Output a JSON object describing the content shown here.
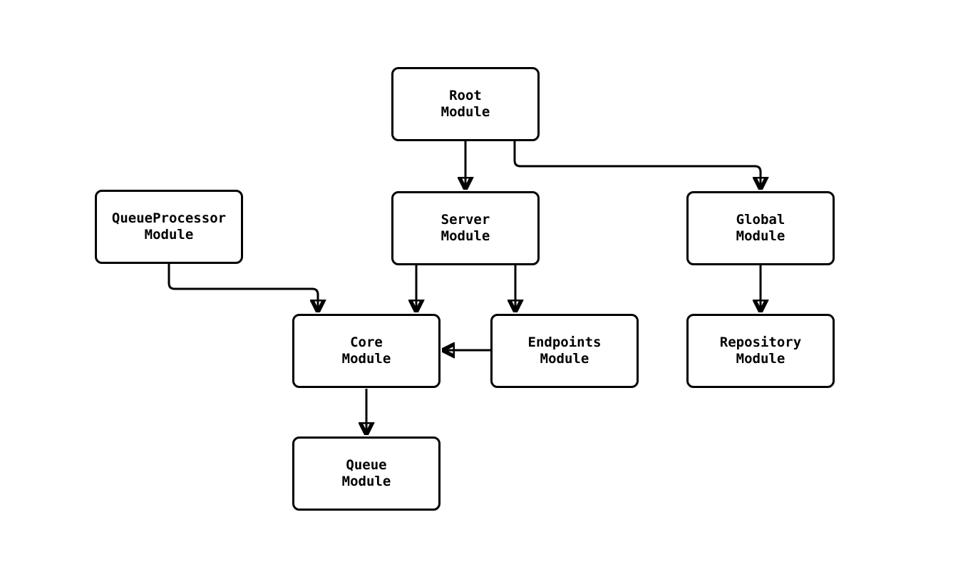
{
  "diagram": {
    "type": "module-dependency-graph",
    "background_color": "#ffffff",
    "stroke_color": "#000000",
    "text_color": "#000000",
    "nodes": [
      {
        "id": "root",
        "line1": "Root",
        "line2": "Module"
      },
      {
        "id": "queueprocessor",
        "line1": "QueueProcessor",
        "line2": "Module"
      },
      {
        "id": "server",
        "line1": "Server",
        "line2": "Module"
      },
      {
        "id": "global",
        "line1": "Global",
        "line2": "Module"
      },
      {
        "id": "core",
        "line1": "Core",
        "line2": "Module"
      },
      {
        "id": "endpoints",
        "line1": "Endpoints",
        "line2": "Module"
      },
      {
        "id": "repository",
        "line1": "Repository",
        "line2": "Module"
      },
      {
        "id": "queue",
        "line1": "Queue",
        "line2": "Module"
      }
    ],
    "edges": [
      {
        "from": "root",
        "to": "server"
      },
      {
        "from": "root",
        "to": "global"
      },
      {
        "from": "queueprocessor",
        "to": "core"
      },
      {
        "from": "server",
        "to": "core"
      },
      {
        "from": "server",
        "to": "endpoints"
      },
      {
        "from": "endpoints",
        "to": "core"
      },
      {
        "from": "global",
        "to": "repository"
      },
      {
        "from": "core",
        "to": "queue"
      }
    ]
  }
}
